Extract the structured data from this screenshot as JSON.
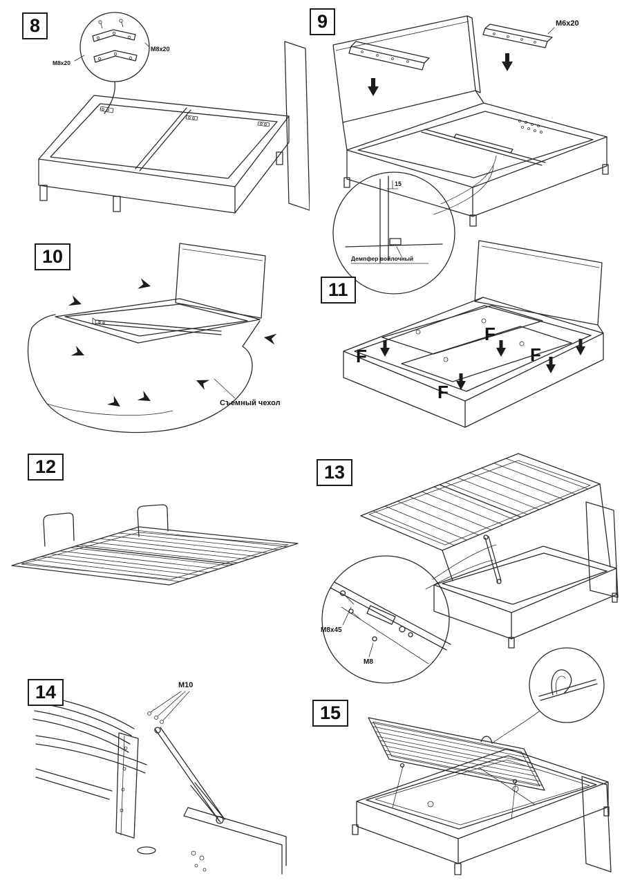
{
  "page": {
    "background": "#ffffff",
    "line_color": "#2a2a2a"
  },
  "steps": [
    {
      "number": "8",
      "labels": {
        "bolt_left": "M8x20",
        "bolt_right": "M8x20"
      }
    },
    {
      "number": "9",
      "labels": {
        "bolt": "M6x20",
        "dimension": "15",
        "damper": "Демпфер войлочный"
      }
    },
    {
      "number": "10",
      "labels": {
        "cover": "Съемный чехол"
      }
    },
    {
      "number": "11",
      "labels": {
        "force": "F"
      }
    },
    {
      "number": "12",
      "labels": {}
    },
    {
      "number": "13",
      "labels": {
        "bolt_long": "M8x45",
        "bolt_nut": "M8"
      }
    },
    {
      "number": "14",
      "labels": {
        "bolt": "M10"
      }
    },
    {
      "number": "15",
      "labels": {}
    }
  ]
}
